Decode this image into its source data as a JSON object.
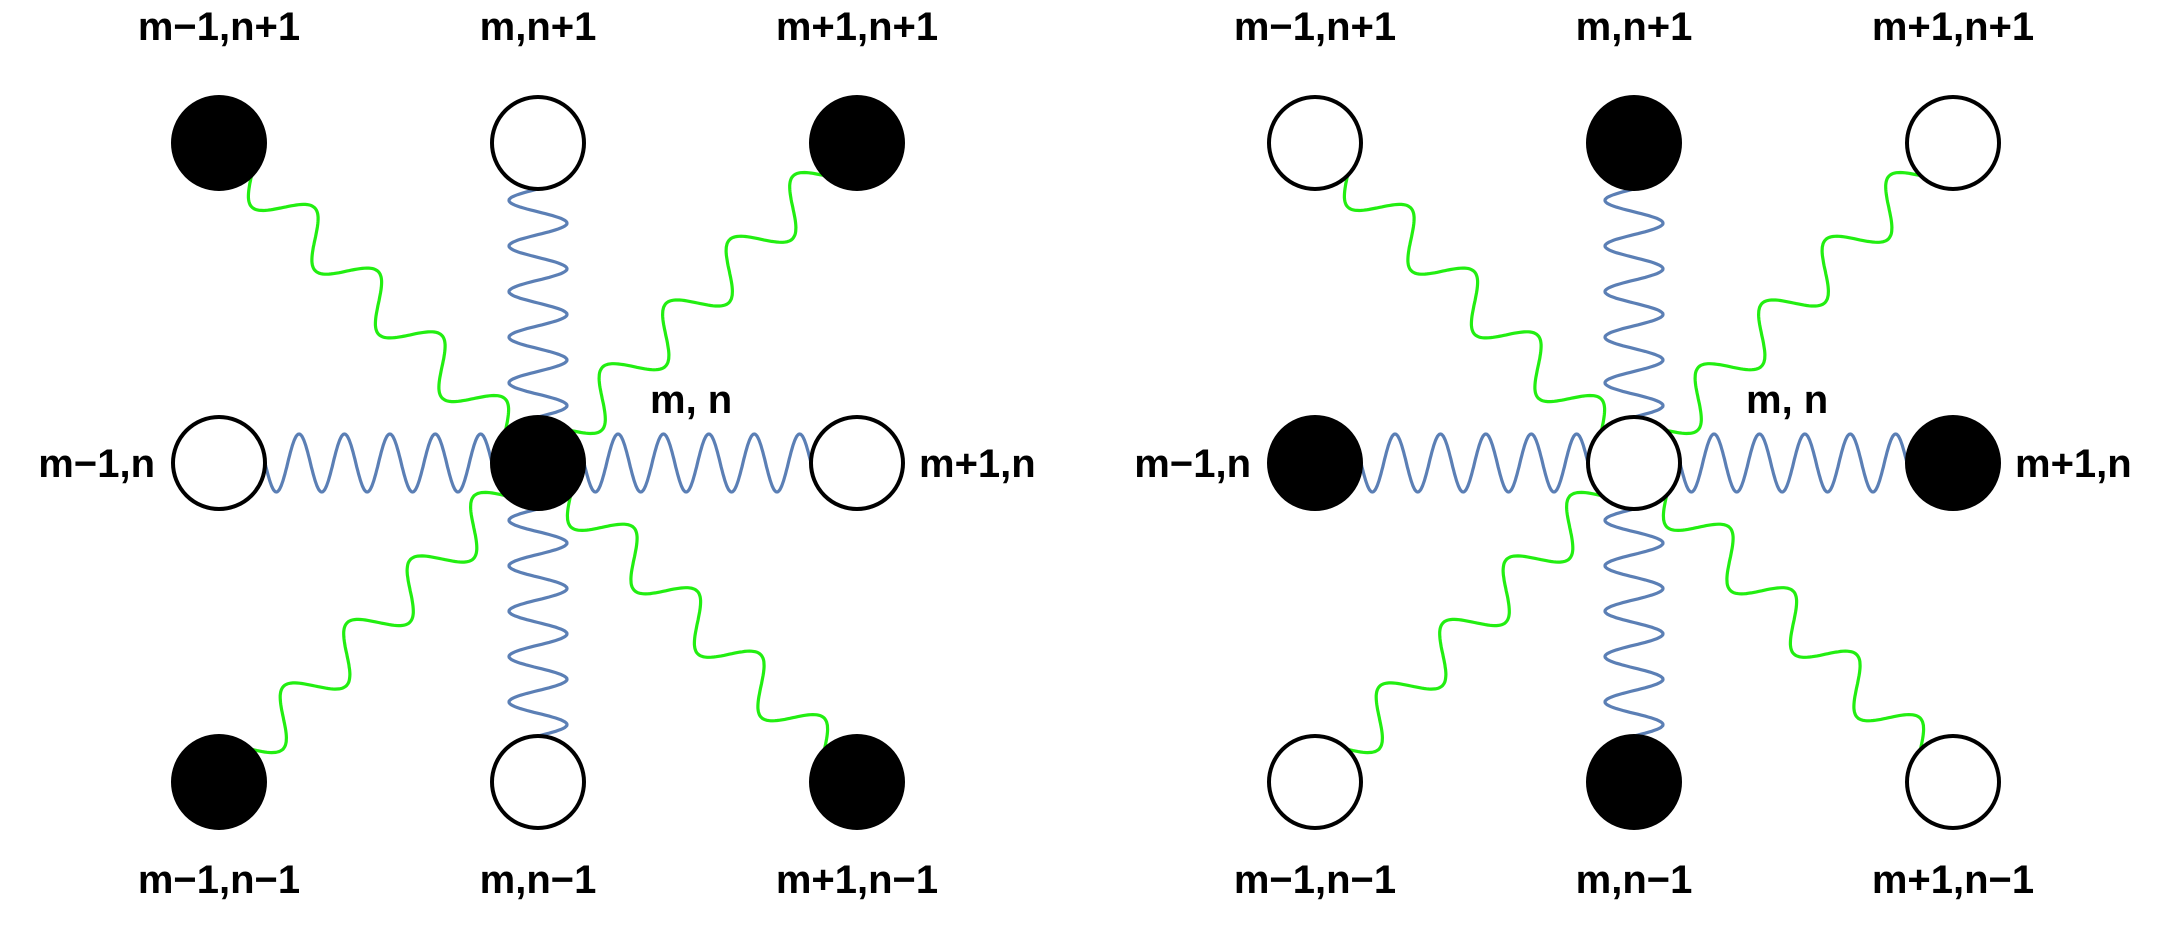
{
  "colors": {
    "diagonal_spring": "#22ee11",
    "axial_spring": "#5b7fb5",
    "filled_site": "#000000",
    "open_site": "#ffffff",
    "outline": "#000000"
  },
  "panels": [
    {
      "id": "left",
      "center_filled": true,
      "labels": {
        "nw": "m−1,n+1",
        "n": "m,n+1",
        "ne": "m+1,n+1",
        "w": "m−1,n",
        "c": "m, n",
        "e": "m+1,n",
        "sw": "m−1,n−1",
        "s": "m,n−1",
        "se": "m+1,n−1"
      },
      "sites": {
        "nw": true,
        "n": false,
        "ne": true,
        "w": false,
        "e": false,
        "sw": true,
        "s": false,
        "se": true
      }
    },
    {
      "id": "right",
      "center_filled": false,
      "labels": {
        "nw": "m−1,n+1",
        "n": "m,n+1",
        "ne": "m+1,n+1",
        "w": "m−1,n",
        "c": "m, n",
        "e": "m+1,n",
        "sw": "m−1,n−1",
        "s": "m,n−1",
        "se": "m+1,n−1"
      },
      "sites": {
        "nw": false,
        "n": true,
        "ne": false,
        "w": true,
        "e": true,
        "sw": false,
        "s": true,
        "se": false
      }
    }
  ]
}
